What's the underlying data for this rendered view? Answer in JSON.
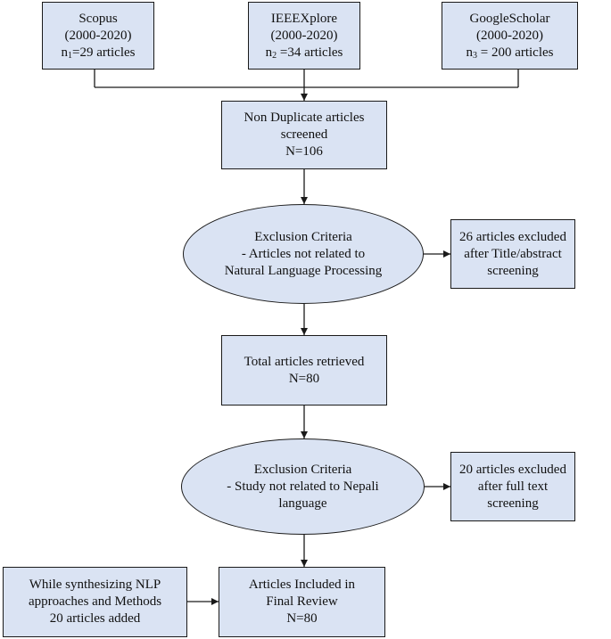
{
  "sources": [
    {
      "name": "Scopus",
      "years": "(2000-2020)",
      "count_prefix": "n",
      "count_sub": "1",
      "count_rest": "=29 articles"
    },
    {
      "name": "IEEEXplore",
      "years": "(2000-2020)",
      "count_prefix": "n",
      "count_sub": "2",
      "count_rest": " =34 articles"
    },
    {
      "name": "GoogleScholar",
      "years": "(2000-2020)",
      "count_prefix": "n",
      "count_sub": "3",
      "count_rest": " = 200 articles"
    }
  ],
  "screened": {
    "line1": "Non Duplicate articles",
    "line2": "screened",
    "line3": "N=106"
  },
  "exclusion1": {
    "criteria": {
      "line1": "Exclusion Criteria",
      "line2": "- Articles not related to",
      "line3": "Natural Language Processing"
    },
    "excluded": {
      "line1": "26 articles excluded",
      "line2": "after Title/abstract",
      "line3": "screening"
    }
  },
  "retrieved": {
    "line1": "Total articles retrieved",
    "line2": "N=80"
  },
  "exclusion2": {
    "criteria": {
      "line1": "Exclusion Criteria",
      "line2": "- Study not related to Nepali",
      "line3": "language"
    },
    "excluded": {
      "line1": "20 articles excluded",
      "line2": "after full text",
      "line3": "screening"
    }
  },
  "added": {
    "line1": "While synthesizing NLP",
    "line2": "approaches and Methods",
    "line3": "20 articles added"
  },
  "final": {
    "line1": "Articles Included in",
    "line2": "Final Review",
    "line3": "N=80"
  }
}
